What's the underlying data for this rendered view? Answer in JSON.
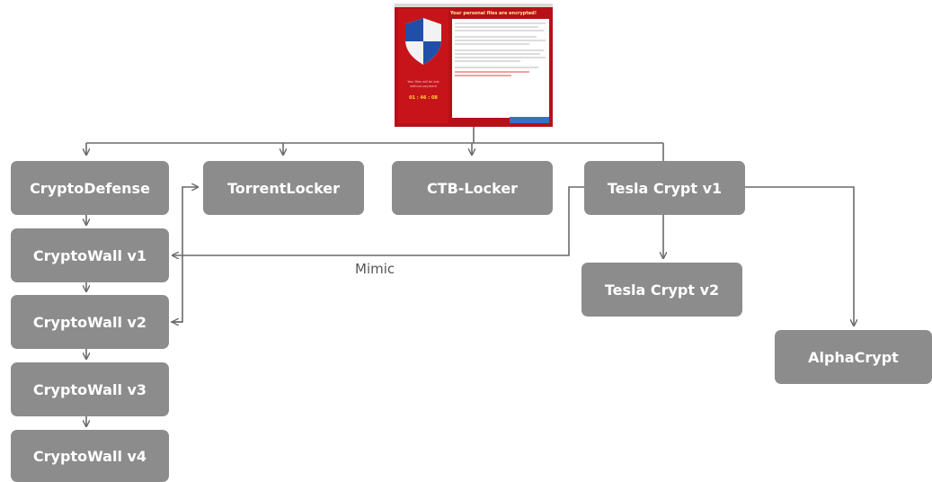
{
  "nodes": {
    "cryptodefense": "CryptoDefense",
    "cryptowall_v1": "CryptoWall v1",
    "cryptowall_v2": "CryptoWall v2",
    "cryptowall_v3": "CryptoWall v3",
    "cryptowall_v4": "CryptoWall v4",
    "torrentlocker": "TorrentLocker",
    "ctb_locker": "CTB-Locker",
    "tesla_crypt_v1": "Tesla Crypt v1",
    "tesla_crypt_v2": "Tesla Crypt v2",
    "alphacrypt": "AlphaCrypt"
  },
  "labels": {
    "mimic": "Mimic"
  },
  "ransom_note": {
    "heading": "Your personal files are encrypted!",
    "countdown": "01 : 46 : 08"
  },
  "colors": {
    "node_fill": "#8c8c8c",
    "node_text": "#ffffff",
    "line": "#6a6a6a",
    "note_red": "#c7141b"
  }
}
